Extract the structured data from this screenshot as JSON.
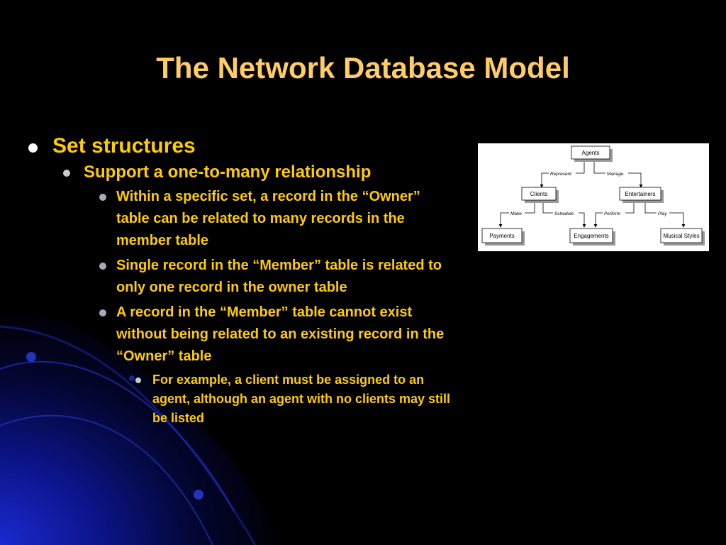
{
  "slide": {
    "title": "The Network Database Model",
    "bullets": {
      "l1": "Set structures",
      "l2": "Support a one-to-many relationship",
      "l3": [
        "Within a specific set, a record in the “Owner” table can be related to many records in the member table",
        "Single record in the “Member” table is related to only one record in the owner table",
        "A record in the “Member” table cannot exist without being related to an existing record in the “Owner” table"
      ],
      "l4": "For example, a client must be assigned to an agent, although an agent with no clients may still be listed"
    }
  },
  "diagram": {
    "nodes": {
      "agents": "Agents",
      "clients": "Clients",
      "entertainers": "Entertainers",
      "payments": "Payments",
      "engagements": "Engagements",
      "musical_styles": "Musical Styles"
    },
    "edges": {
      "represent": "Represent",
      "manage": "Manage",
      "make": "Make",
      "schedule": "Schedule",
      "perform": "Perform",
      "play": "Play"
    }
  },
  "colors": {
    "title": "#FFCC66",
    "text": "#FFCC00",
    "background": "#000000",
    "accent_blue": "#1020A0"
  }
}
